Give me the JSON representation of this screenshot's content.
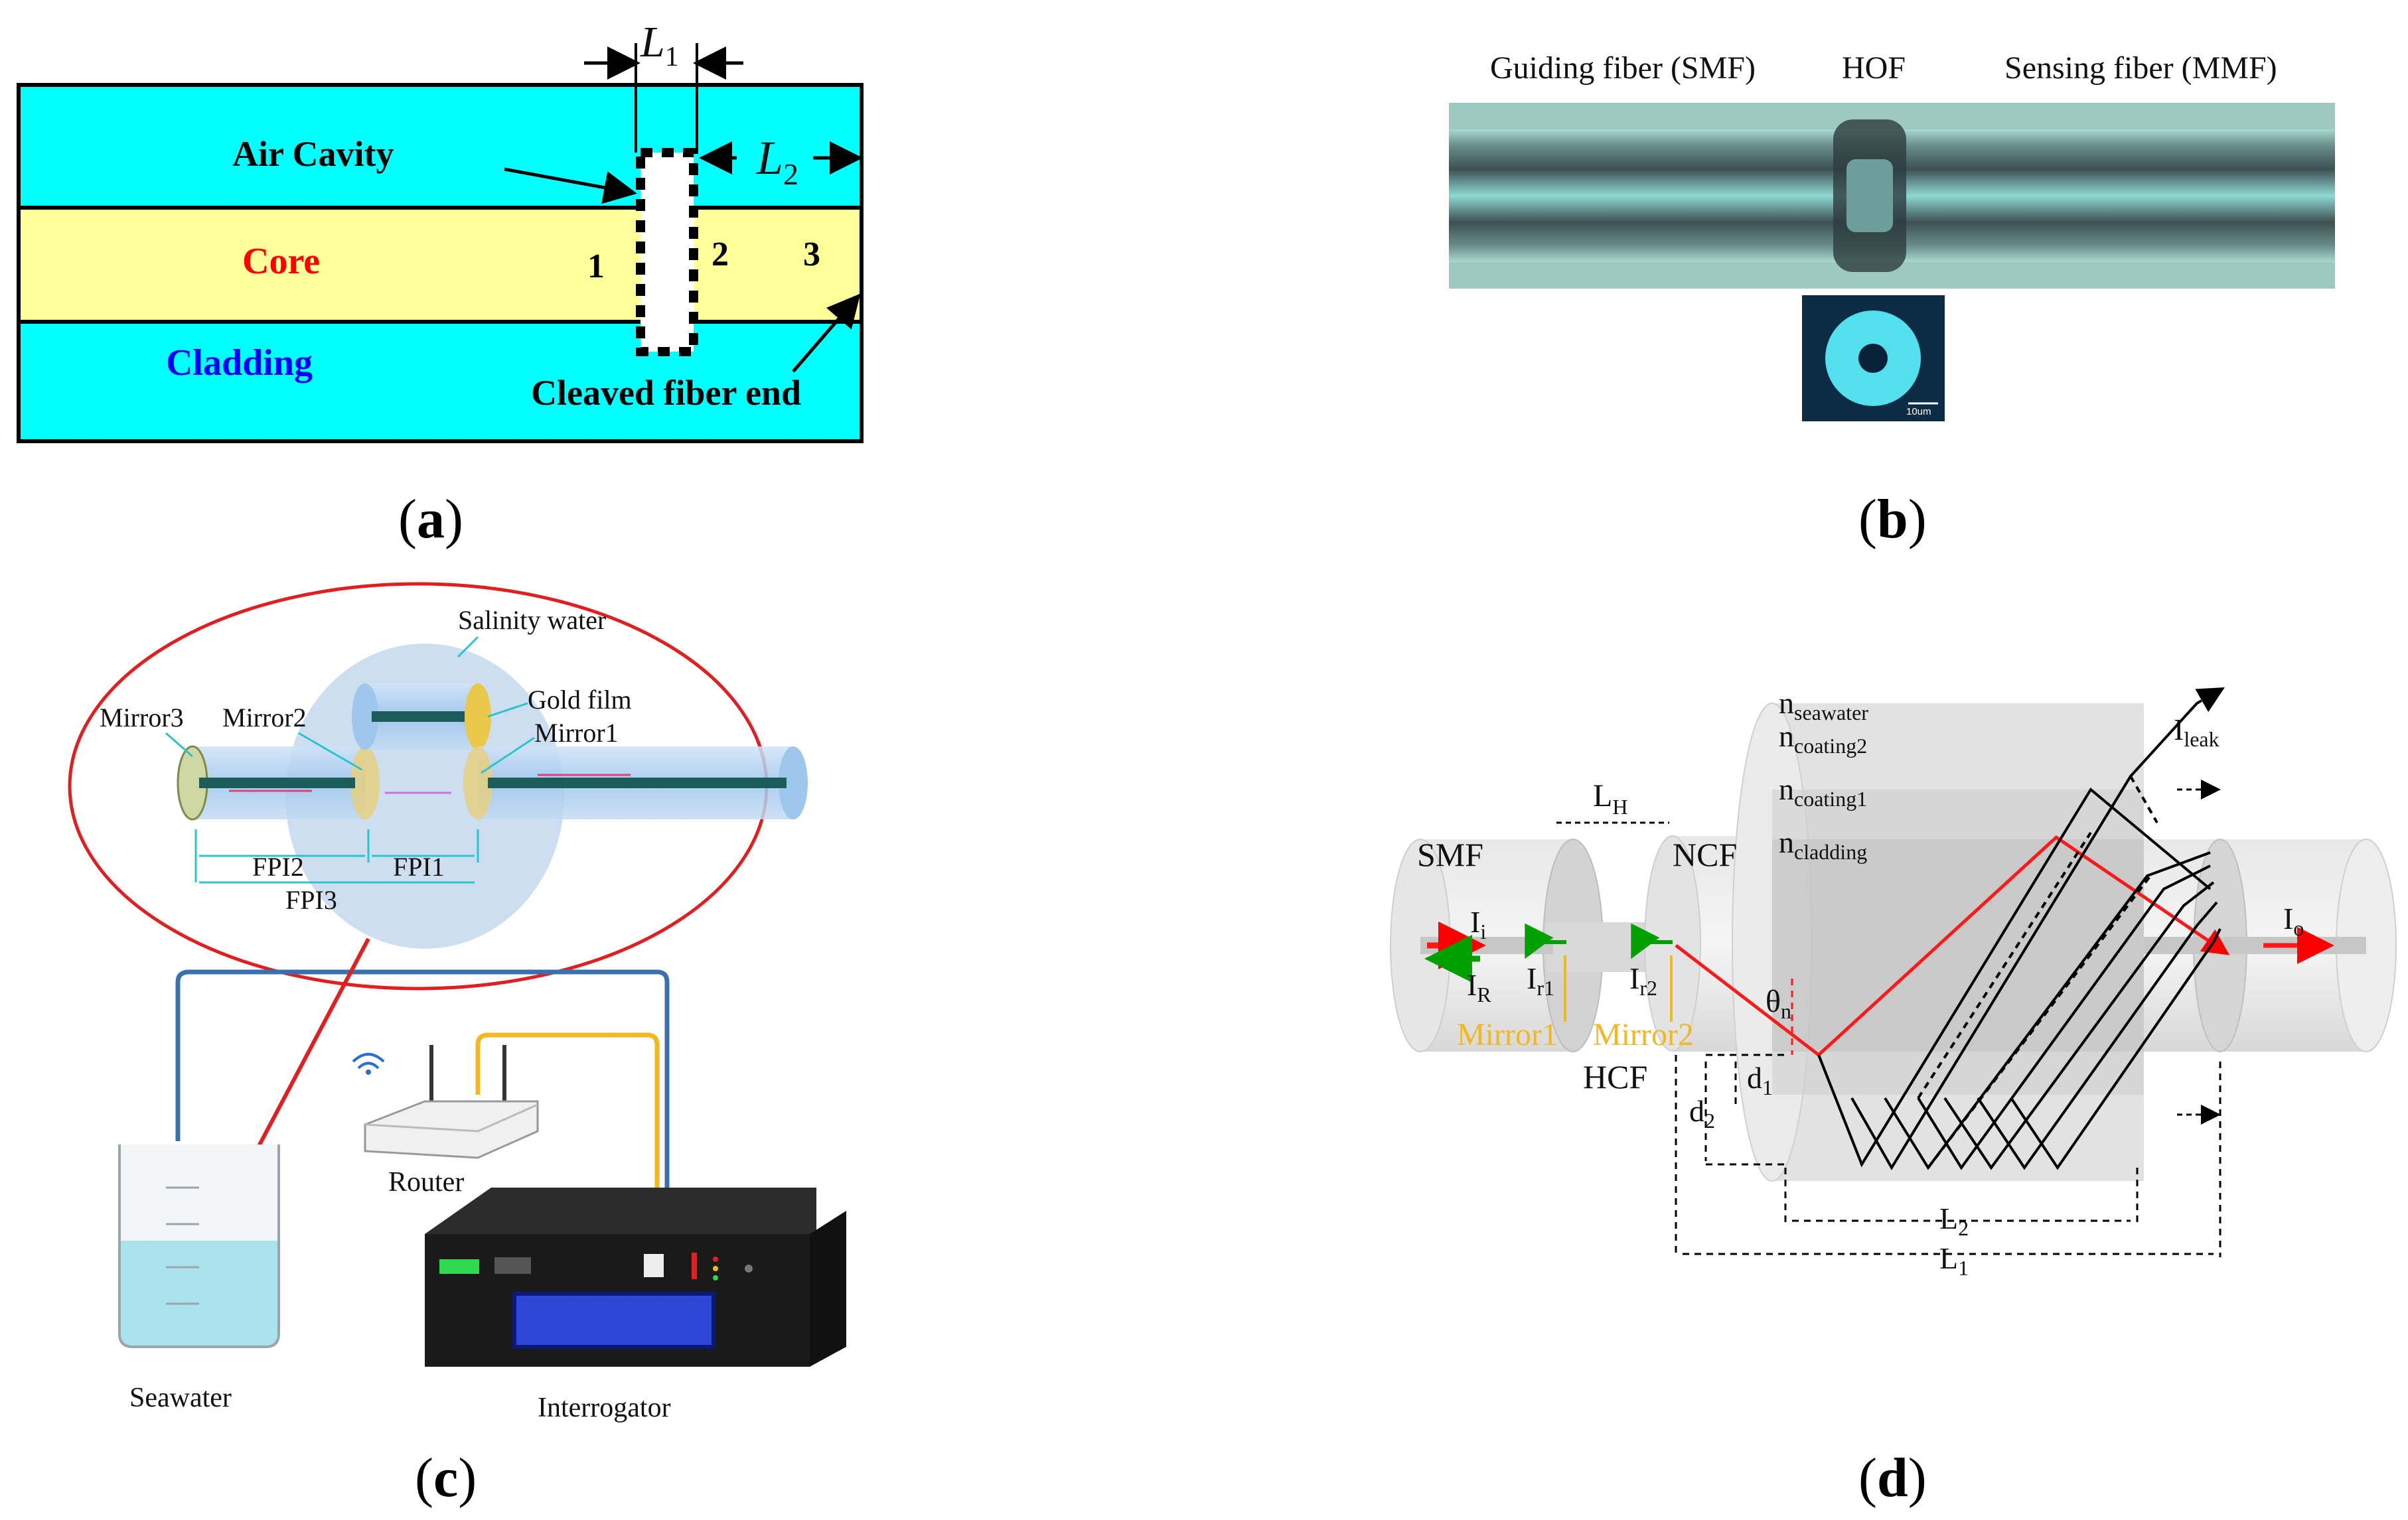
{
  "panel_a": {
    "caption": "(a)",
    "air_cavity": "Air Cavity",
    "core": "Core",
    "cladding": "Cladding",
    "cleaved": "Cleaved fiber end",
    "n1": "1",
    "n2": "2",
    "n3": "3",
    "L1": "L",
    "L1_sub": "1",
    "L2": "L",
    "L2_sub": "2",
    "colors": {
      "cladding": "#00FFFF",
      "core": "#FFFF99",
      "core_text": "#FF0000",
      "cladding_text": "#0000FF"
    }
  },
  "panel_b": {
    "caption": "(b)",
    "smf": "Guiding fiber (SMF)",
    "hof": "HOF",
    "mmf": "Sensing fiber (MMF)",
    "scale": "10um"
  },
  "panel_c": {
    "caption": "(c)",
    "salinity": "Salinity water",
    "gold": "Gold film",
    "mirror3": "Mirror3",
    "mirror2": "Mirror2",
    "mirror1": "Mirror1",
    "fpi2": "FPI2",
    "fpi1": "FPI1",
    "fpi3": "FPI3",
    "router": "Router",
    "seawater": "Seawater",
    "interrogator": "Interrogator"
  },
  "panel_d": {
    "caption": "(d)",
    "smf": "SMF",
    "ncf": "NCF",
    "hcf": "HCF",
    "LH": "L",
    "LH_sub": "H",
    "n_seawater": "n",
    "n_seawater_sub": "seawater",
    "n_coating2": "n",
    "n_coating2_sub": "coating2",
    "n_coating1": "n",
    "n_coating1_sub": "coating1",
    "n_cladding": "n",
    "n_cladding_sub": "cladding",
    "Ileak": "I",
    "Ileak_sub": "leak",
    "Ii": "I",
    "Ii_sub": "i",
    "IR": "I",
    "IR_sub": "R",
    "Ir1": "I",
    "Ir1_sub": "r1",
    "Ir2": "I",
    "Ir2_sub": "r2",
    "Io": "I",
    "Io_sub": "o",
    "theta": "θ",
    "theta_sub": "n",
    "mirror1": "Mirror1",
    "mirror2": "Mirror2",
    "d1": "d",
    "d1_sub": "1",
    "d2": "d",
    "d2_sub": "2",
    "L2": "L",
    "L2_sub": "2",
    "L1": "L",
    "L1_sub": "1"
  }
}
